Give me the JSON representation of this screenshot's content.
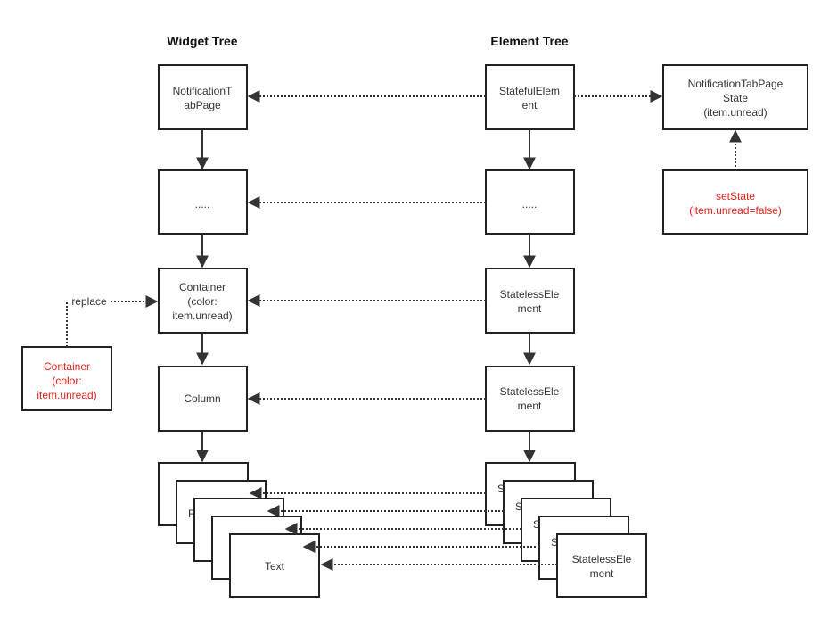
{
  "headers": {
    "widget_tree": "Widget Tree",
    "element_tree": "Element Tree"
  },
  "widget_tree": {
    "notification_tab_page": [
      "NotificationT",
      "abPage"
    ],
    "ellipsis": "....."
  },
  "element_tree": {
    "stateful_element": [
      "StatefulElem",
      "ent"
    ],
    "ellipsis": ".....",
    "stateless_element_split": [
      "StatelessEle",
      "ment"
    ]
  },
  "state_box": [
    "NotificationTabPage",
    "State",
    "(item.unread)"
  ],
  "set_state_box": [
    "setState",
    "(item.unread=false)"
  ],
  "container_box": [
    "Container",
    "(color:",
    "item.unread)"
  ],
  "replacement_container_box": [
    "Container",
    "(color:",
    "item.unread)"
  ],
  "replace_label": "replace",
  "column_label": "Column",
  "stack": {
    "widget_partial_glyph": "F",
    "text_label": "Text",
    "element_partial_glyphs": [
      "St",
      "S",
      "S",
      "S"
    ]
  },
  "colors": {
    "highlight": "#e3221c",
    "border": "#222222",
    "arrow": "#333333"
  }
}
